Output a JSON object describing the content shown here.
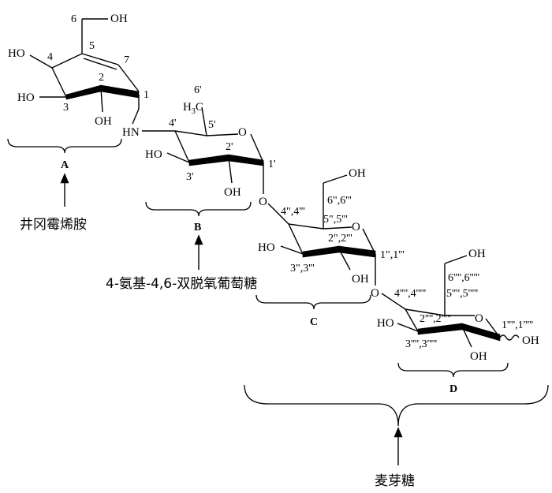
{
  "atoms": {
    "oh_top": "OH",
    "ho_ring_a_4": "HO",
    "ho_ring_a_3": "HO",
    "oh_ring_a_2": "OH",
    "nh": "HN",
    "methyl_h": "H",
    "methyl_sub": "3",
    "methyl_c": "C",
    "o_ring_b": "O",
    "ho_ring_b": "HO",
    "oh_ring_b": "OH",
    "o_link_bc": "O",
    "oh_ring_c_6": "OH",
    "o_ring_c": "O",
    "ho_ring_c": "HO",
    "oh_ring_c": "OH",
    "o_link_cd": "O",
    "oh_ring_d_6": "OH",
    "o_ring_d": "O",
    "ho_ring_d": "HO",
    "oh_ring_d": "OH",
    "oh_anomeric": "OH"
  },
  "numbers": {
    "a6": "6",
    "a5": "5",
    "a7": "7",
    "a4": "4",
    "a2": "2",
    "a3": "3",
    "a1": "1",
    "b6": "6'",
    "b4": "4'",
    "b5": "5'",
    "b2": "2'",
    "b3": "3'",
    "b1": "1'",
    "c6": "6\",6'''",
    "c4": "4\",4'''",
    "c5": "5\",5'''",
    "c2": "2\",2'''",
    "c3": "3\",3'''",
    "c1": "1\",1'''",
    "d6": "6'''',6'''''",
    "d4": "4'''',4'''''",
    "d5": "5'''',5'''''",
    "d2": "2'''',2'''''",
    "d3": "3'''',3'''''",
    "d1": "1'''',1'''''"
  },
  "labels": {
    "a": "A",
    "b": "B",
    "c": "C",
    "d": "D"
  },
  "names": {
    "valienamine": "井冈霉烯胺",
    "sugar_b": "4-氨基-4,6-双脱氧葡萄糖",
    "maltose": "麦芽糖"
  }
}
